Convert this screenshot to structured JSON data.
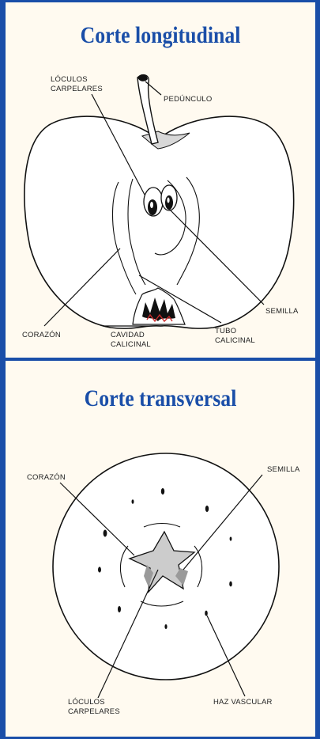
{
  "sections": {
    "longitudinal": {
      "title": "Corte longitudinal",
      "labels": {
        "loculos_line1": "LÓCULOS",
        "loculos_line2": "CARPELARES",
        "pedunculo": "PEDÚNCULO",
        "semilla": "SEMILLA",
        "corazon": "CORAZÓN",
        "cavidad_line1": "CAVIDAD",
        "cavidad_line2": "CALICINAL",
        "tubo_line1": "TUBO",
        "tubo_line2": "CALICINAL"
      }
    },
    "transversal": {
      "title": "Corte transversal",
      "labels": {
        "corazon": "CORAZÓN",
        "semilla": "SEMILLA",
        "loculos_line1": "LÓCULOS",
        "loculos_line2": "CARPELARES",
        "haz_vascular": "HAZ VASCULAR"
      }
    }
  },
  "colors": {
    "frame": "#1a4ea8",
    "title": "#1a4ea8",
    "paper": "#fffaf0",
    "star_fill": "#cccccc",
    "seed_fill": "#9a9a9a"
  }
}
